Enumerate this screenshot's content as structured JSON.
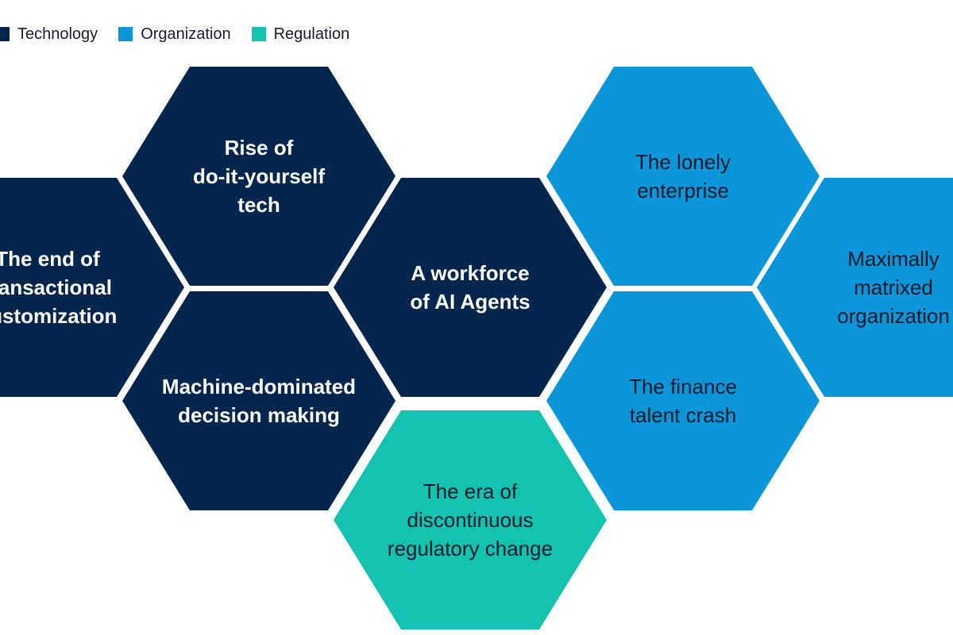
{
  "legend": [
    {
      "label": "Technology",
      "color": "#03264f"
    },
    {
      "label": "Organization",
      "color": "#0a96d8"
    },
    {
      "label": "Regulation",
      "color": "#13c2b0"
    }
  ],
  "colors": {
    "technology": "#03264f",
    "organization": "#0a96d8",
    "regulation": "#13c2b0",
    "text_dark_bg": "#ffffff",
    "text_light_bg": "#0e1a2b"
  },
  "hexagons": [
    {
      "id": "end-of-transactional-customization",
      "category": "technology",
      "lines": [
        "The end of",
        "transactional",
        "customization"
      ]
    },
    {
      "id": "rise-of-diy-tech",
      "category": "technology",
      "lines": [
        "Rise of",
        "do-it-yourself",
        "tech"
      ]
    },
    {
      "id": "machine-dominated-decision-making",
      "category": "technology",
      "lines": [
        "Machine-dominated",
        "decision making"
      ]
    },
    {
      "id": "workforce-of-ai-agents",
      "category": "technology",
      "lines": [
        "A workforce",
        "of AI Agents"
      ]
    },
    {
      "id": "era-of-discontinuous-regulatory-change",
      "category": "regulation",
      "lines": [
        "The era of",
        "discontinuous",
        "regulatory change"
      ]
    },
    {
      "id": "lonely-enterprise",
      "category": "organization",
      "lines": [
        "The lonely",
        "enterprise"
      ]
    },
    {
      "id": "finance-talent-crash",
      "category": "organization",
      "lines": [
        "The finance",
        "talent crash"
      ]
    },
    {
      "id": "maximally-matrixed-organization",
      "category": "organization",
      "lines": [
        "Maximally",
        "matrixed",
        "organization"
      ]
    }
  ]
}
